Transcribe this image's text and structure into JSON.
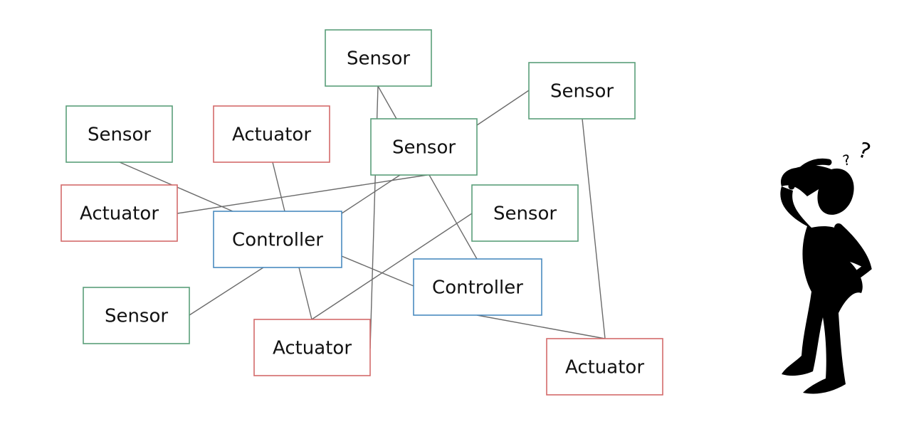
{
  "diagram": {
    "labels": {
      "sensor": "Sensor",
      "actuator": "Actuator",
      "controller": "Controller"
    },
    "colors": {
      "sensor": "#5a9e79",
      "actuator": "#d46a6a",
      "controller": "#4a8bbf",
      "edge": "#6b6b6b"
    },
    "nodes": [
      {
        "id": "s-top",
        "kind": "sensor"
      },
      {
        "id": "s-right-top",
        "kind": "sensor"
      },
      {
        "id": "s-left",
        "kind": "sensor"
      },
      {
        "id": "a-top",
        "kind": "actuator"
      },
      {
        "id": "s-center",
        "kind": "sensor"
      },
      {
        "id": "a-left",
        "kind": "actuator"
      },
      {
        "id": "c-left",
        "kind": "controller"
      },
      {
        "id": "s-mid-right",
        "kind": "sensor"
      },
      {
        "id": "c-right",
        "kind": "controller"
      },
      {
        "id": "s-bottom-left",
        "kind": "sensor"
      },
      {
        "id": "a-bottom",
        "kind": "actuator"
      },
      {
        "id": "a-bottom-right",
        "kind": "actuator"
      }
    ],
    "edges": [
      [
        "s-top",
        "s-center"
      ],
      [
        "s-top",
        "a-bottom"
      ],
      [
        "s-right-top",
        "s-center"
      ],
      [
        "s-right-top",
        "a-bottom-right"
      ],
      [
        "s-left",
        "c-left"
      ],
      [
        "a-top",
        "c-left"
      ],
      [
        "a-left",
        "s-center"
      ],
      [
        "s-center",
        "c-left"
      ],
      [
        "s-center",
        "c-right"
      ],
      [
        "s-mid-right",
        "a-bottom"
      ],
      [
        "c-left",
        "c-right"
      ],
      [
        "c-left",
        "s-bottom-left"
      ],
      [
        "c-left",
        "a-bottom"
      ],
      [
        "c-right",
        "a-bottom-right"
      ]
    ]
  },
  "figure": {
    "name": "confused-person-figure",
    "glyph": "? ?"
  }
}
